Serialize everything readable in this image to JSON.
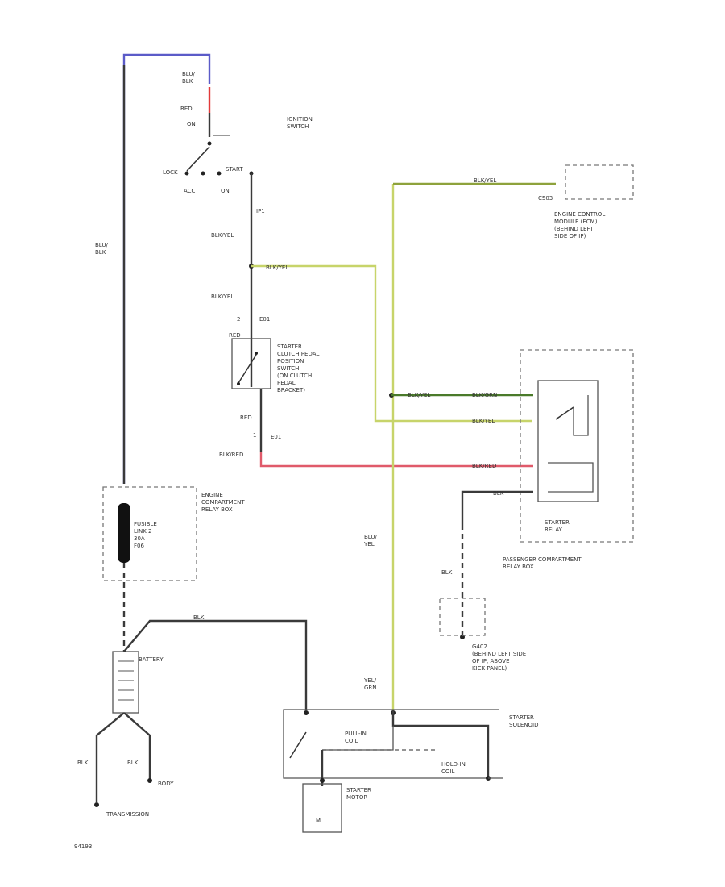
{
  "labels": {
    "wire_blu_blk_top": "BLU/\nBLK",
    "red": "RED",
    "ign_on": "ON",
    "ignition_switch": "IGNITION\nSWITCH",
    "lock": "LOCK",
    "start": "START",
    "acc": "ACC",
    "on": "ON",
    "conn_ip1": "IP1",
    "blk_yel_1": "BLK/YEL",
    "blk_yel_2": "BLK/YEL",
    "blk_yel_3": "BLK/YEL",
    "blu_blk_left": "BLU/\nBLK",
    "pin2": "2",
    "conn_e01_top": "E01",
    "red_upper": "RED",
    "clutch_switch": "STARTER\nCLUTCH PEDAL\nPOSITION\nSWITCH\n(ON CLUTCH\nPEDAL\nBRACKET)",
    "red_lower": "RED",
    "pin1": "1",
    "conn_e01_bot": "E01",
    "blk_red": "BLK/RED",
    "blk_yel_ecm": "BLK/YEL",
    "c503": "C503",
    "ecm": "ENGINE CONTROL\nMODULE (ECM)\n(BEHIND LEFT\nSIDE OF IP)",
    "blk_yel_relay1": "BLK/YEL",
    "blk_grn": "BLK/GRN",
    "blk_yel_relay2": "BLK/YEL",
    "blk_red_relay": "BLK/RED",
    "blk_relay": "BLK",
    "starter_relay": "STARTER\nRELAY",
    "pass_comp": "PASSENGER COMPARTMENT\nRELAY BOX",
    "engine_comp": "ENGINE\nCOMPARTMENT\nRELAY BOX",
    "fusible_link": "FUSIBLE\nLINK 2\n30A\nF06",
    "blu_yel": "BLU/\nYEL",
    "blk_g": "BLK",
    "g402": "G402\n(BEHIND LEFT SIDE\nOF IP, ABOVE\nKICK PANEL)",
    "blk_batt": "BLK",
    "battery": "BATTERY",
    "yel_grn": "YEL/\nGRN",
    "starter_solenoid": "STARTER\nSOLENOID",
    "pull_in_coil": "PULL-IN\nCOIL",
    "hold_in_coil": "HOLD-IN\nCOIL",
    "starter_motor": "STARTER\nMOTOR",
    "blk_left": "BLK",
    "blk_mid": "BLK",
    "body": "BODY",
    "transmission": "TRANSMISSION",
    "fig_id": "94193"
  }
}
